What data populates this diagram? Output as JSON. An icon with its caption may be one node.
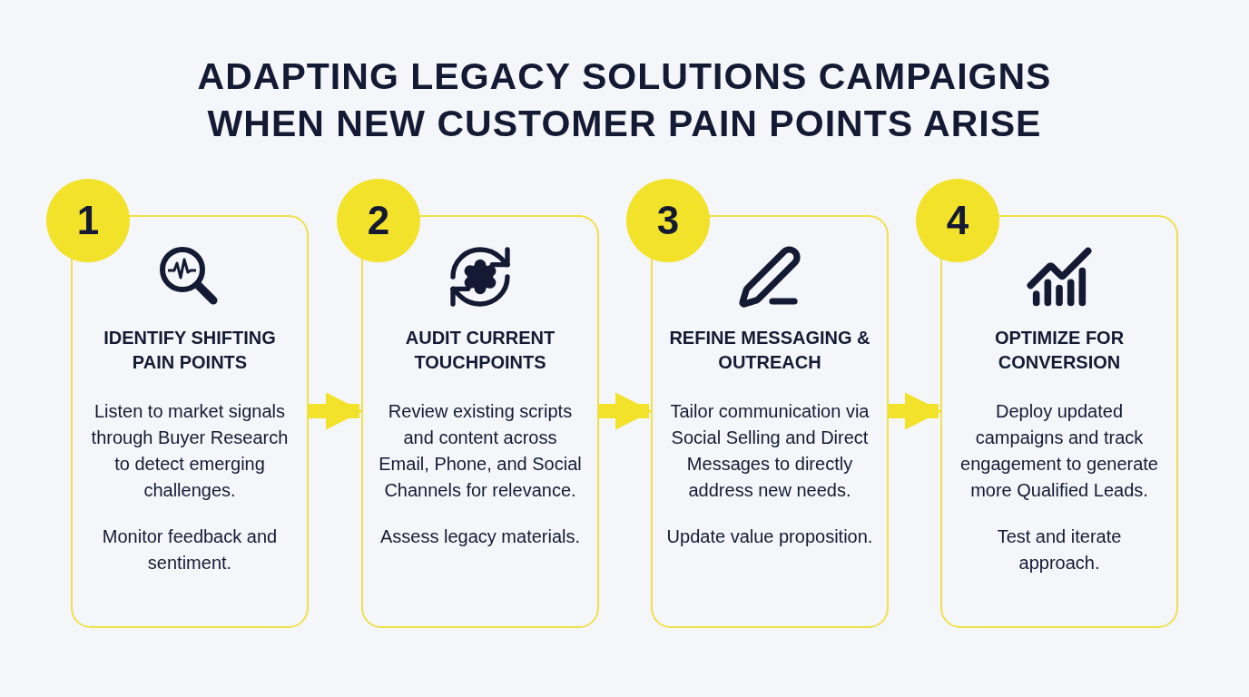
{
  "diagram": {
    "title": "ADAPTING LEGACY SOLUTIONS CAMPAIGNS WHEN NEW CUSTOMER PAIN POINTS ARISE",
    "nodes": [
      {
        "text": [
          "1"
        ]
      },
      {
        "text": [
          "IDENTIFY SHIFTING PAIN POINTS",
          "Listen to market signals through Buyer Research to detect emerging challenges.",
          "Monitor feedback and sentiment."
        ]
      },
      {
        "text": [
          "2"
        ]
      },
      {
        "text": [
          "AUDIT CURRENT TOUCHPOINTS",
          "Review existing scripts and content across Email, Phone, and Social Channels for relevance.",
          "Assess legacy materials."
        ]
      },
      {
        "text": [
          "3"
        ]
      },
      {
        "text": [
          "REFINE MESSAGING & OUTREACH",
          "Tailor communication via Social Selling and Direct Messages to directly address new needs.",
          "Update value proposition."
        ]
      },
      {
        "text": [
          "4"
        ]
      },
      {
        "text": [
          "OPTIMIZE FOR CONVERSION",
          "Deploy updated campaigns and track engagement to generate more Qualified Leads.",
          "Test and iterate approach."
        ]
      }
    ],
    "edges": [
      {
        "from": 1,
        "to": 3,
        "arrow": "to"
      },
      {
        "from": 3,
        "to": 5,
        "arrow": "to"
      },
      {
        "from": 5,
        "to": 7,
        "arrow": "to"
      }
    ]
  }
}
